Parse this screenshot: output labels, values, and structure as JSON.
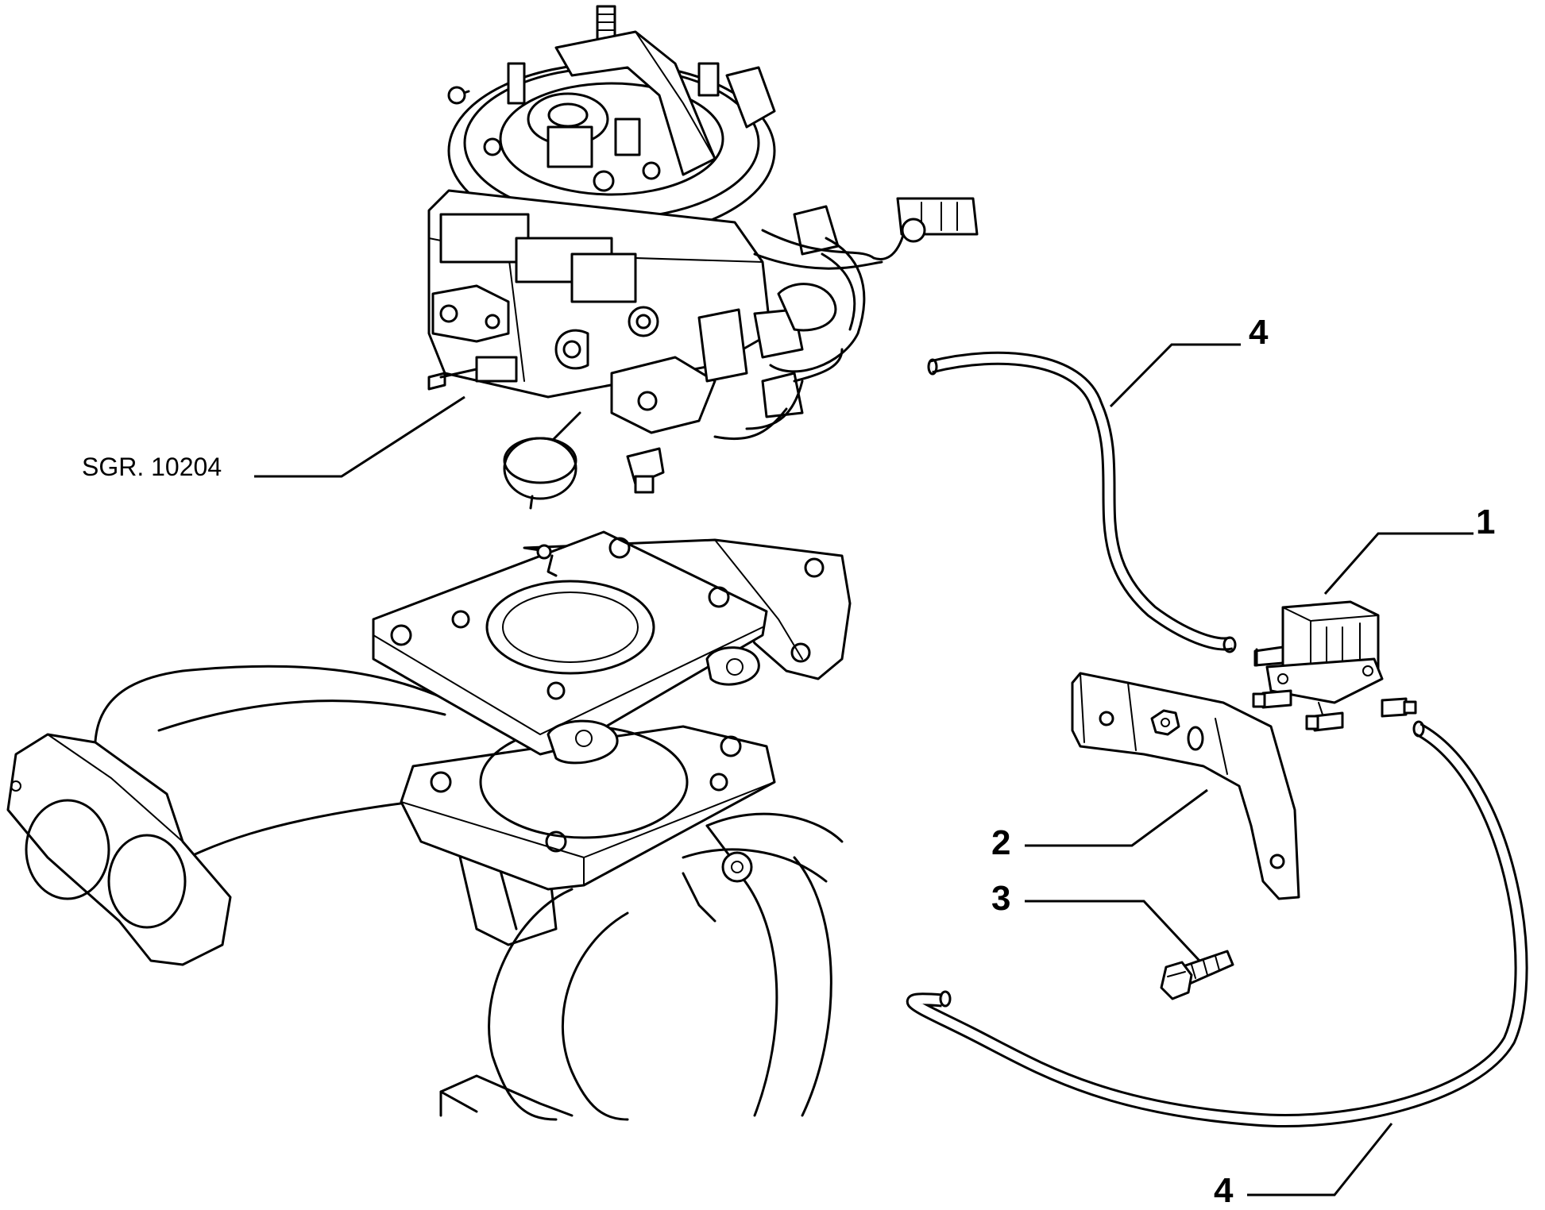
{
  "callouts": {
    "solenoid_valve": "1",
    "bracket": "2",
    "bolt": "3",
    "hose_upper": "4",
    "hose_lower": "4"
  },
  "reference": {
    "carburettor_group": "SGR. 10204"
  }
}
